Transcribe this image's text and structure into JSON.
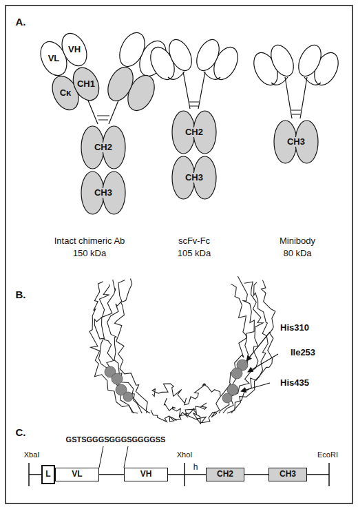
{
  "diagram": {
    "nodes": [
      {
        "text": [
          "VL"
        ]
      },
      {
        "text": [
          "VH"
        ]
      },
      {
        "text": [
          "Cκ"
        ]
      },
      {
        "text": [
          "CH1"
        ]
      },
      {
        "text": [
          "CH2"
        ]
      },
      {
        "text": [
          "CH3"
        ]
      },
      {
        "text": [
          "CH2"
        ]
      },
      {
        "text": [
          "CH3"
        ]
      },
      {
        "text": [
          "CH3"
        ]
      },
      {
        "text": [
          "L"
        ]
      },
      {
        "text": [
          "VL"
        ]
      },
      {
        "text": [
          "VH"
        ]
      },
      {
        "text": [
          "CH2"
        ]
      },
      {
        "text": [
          "CH3"
        ]
      }
    ],
    "edges": [
      {
        "from": 10,
        "to": 11,
        "arrow": "none"
      },
      {
        "from": 11,
        "to": 12,
        "arrow": "none"
      },
      {
        "from": 12,
        "to": 13,
        "arrow": "none"
      }
    ],
    "labels": [
      "A.",
      "Intact chimeric Ab",
      "150 kDa",
      "scFv-Fc",
      "105 kDa",
      "Minibody",
      "80 kDa",
      "B.",
      "His310",
      "Ile253",
      "His435",
      "C.",
      "GSTSGGGSGGGSGGGGSS",
      "XbaI",
      "XhoI",
      "EcoRI",
      "h"
    ]
  }
}
